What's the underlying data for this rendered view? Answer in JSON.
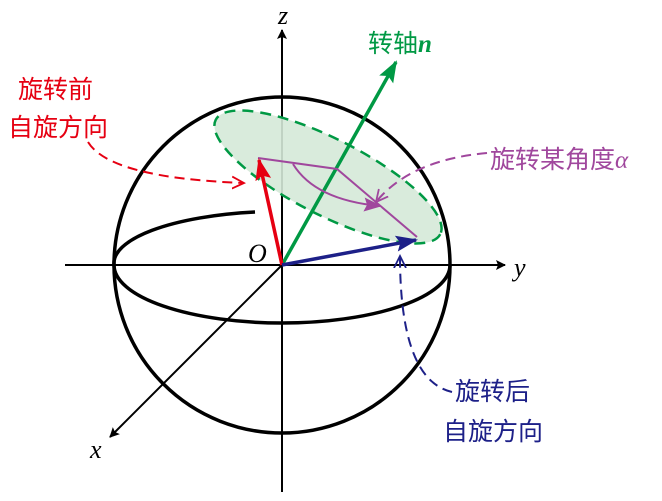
{
  "labels": {
    "z_axis": "z",
    "y_axis": "y",
    "x_axis": "x",
    "origin": "O",
    "rotation_axis": "转轴",
    "rotation_axis_symbol": "n",
    "before_line1": "旋转前",
    "before_line2": "自旋方向",
    "angle": "旋转某角度",
    "angle_symbol": "α",
    "after_line1": "旋转后",
    "after_line2": "自旋方向"
  },
  "colors": {
    "axis": "#000000",
    "rotation_axis": "#009944",
    "disk_fill": "#d5e9d8",
    "before": "#e60012",
    "angle": "#a0479d",
    "after": "#1d2088"
  }
}
